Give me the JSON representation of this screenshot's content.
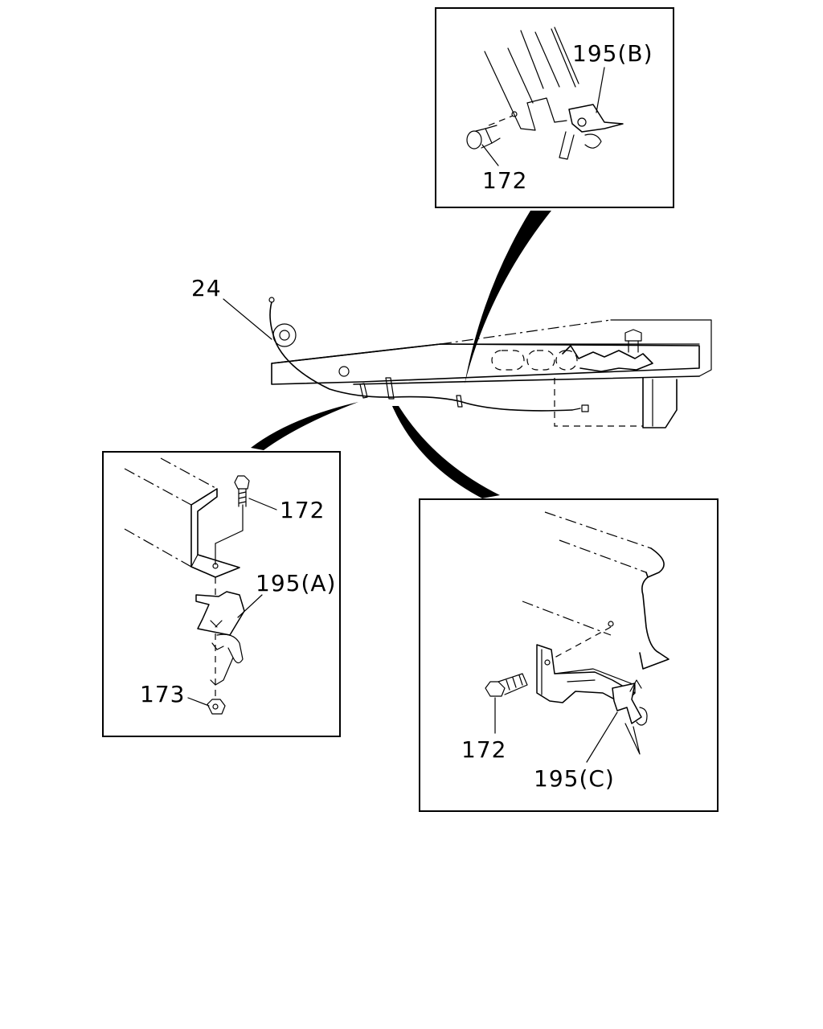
{
  "labels": {
    "cable": "24",
    "bolt": "172",
    "clip_a": "195(A)",
    "clip_b": "195(B)",
    "clip_c": "195(C)",
    "nut": "173"
  }
}
